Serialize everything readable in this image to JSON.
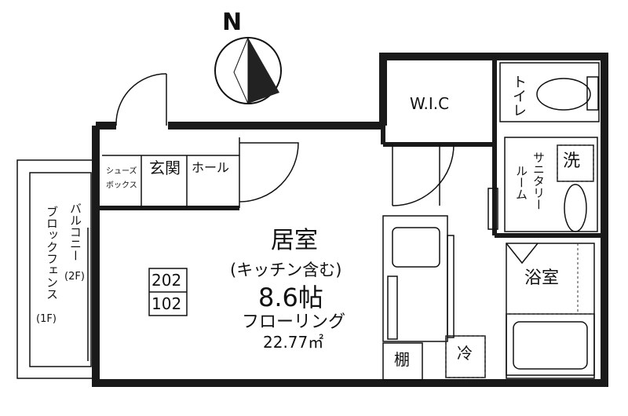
{
  "compass": {
    "north_label": "N"
  },
  "rooms": {
    "living": {
      "name": "居室",
      "note": "(キッチン含む)",
      "size": "8.6帖",
      "floor": "フローリング",
      "area": "22.77㎡"
    },
    "entrance": "玄関",
    "hall": "ホール",
    "shoe_box_line1": "シューズ",
    "shoe_box_line2": "ボックス",
    "wic": "W.I.C",
    "toilet": "トイレ",
    "sanitary_line1": "サニタリー",
    "sanitary_line2": "ルーム",
    "washer": "洗",
    "bath": "浴室",
    "fridge": "冷",
    "shelf": "棚"
  },
  "balcony": {
    "name": "バルコニー",
    "floor_2f": "(2F)",
    "fence": "ブロックフェンス",
    "floor_1f": "(1F)"
  },
  "unit_numbers": [
    "202",
    "102"
  ]
}
